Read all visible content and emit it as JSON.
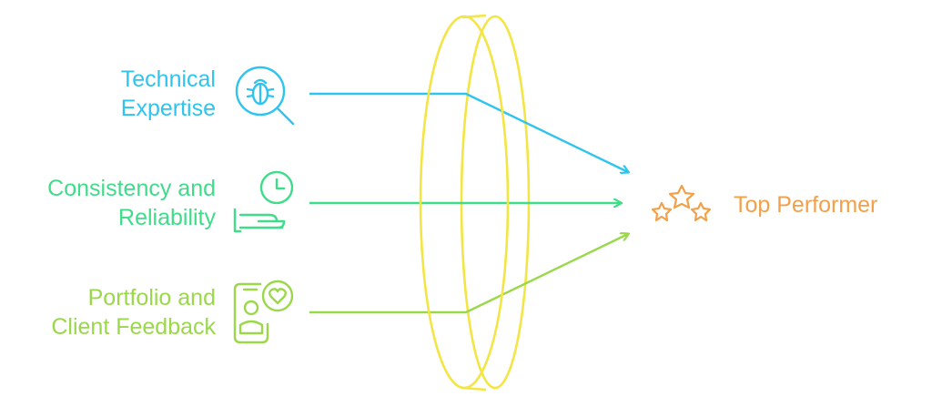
{
  "colors": {
    "technical": "#2ec4ef",
    "consistency": "#3fdc8a",
    "portfolio": "#9ad84a",
    "result": "#f2a04a",
    "lens": "#f2e544"
  },
  "inputs": [
    {
      "line1": "Technical",
      "line2": "Expertise",
      "icon": "bug-search-icon"
    },
    {
      "line1": "Consistency and",
      "line2": "Reliability",
      "icon": "clock-hand-icon"
    },
    {
      "line1": "Portfolio and",
      "line2": "Client Feedback",
      "icon": "profile-heart-icon"
    }
  ],
  "result": {
    "label": "Top Performer",
    "icon": "stars-icon"
  }
}
